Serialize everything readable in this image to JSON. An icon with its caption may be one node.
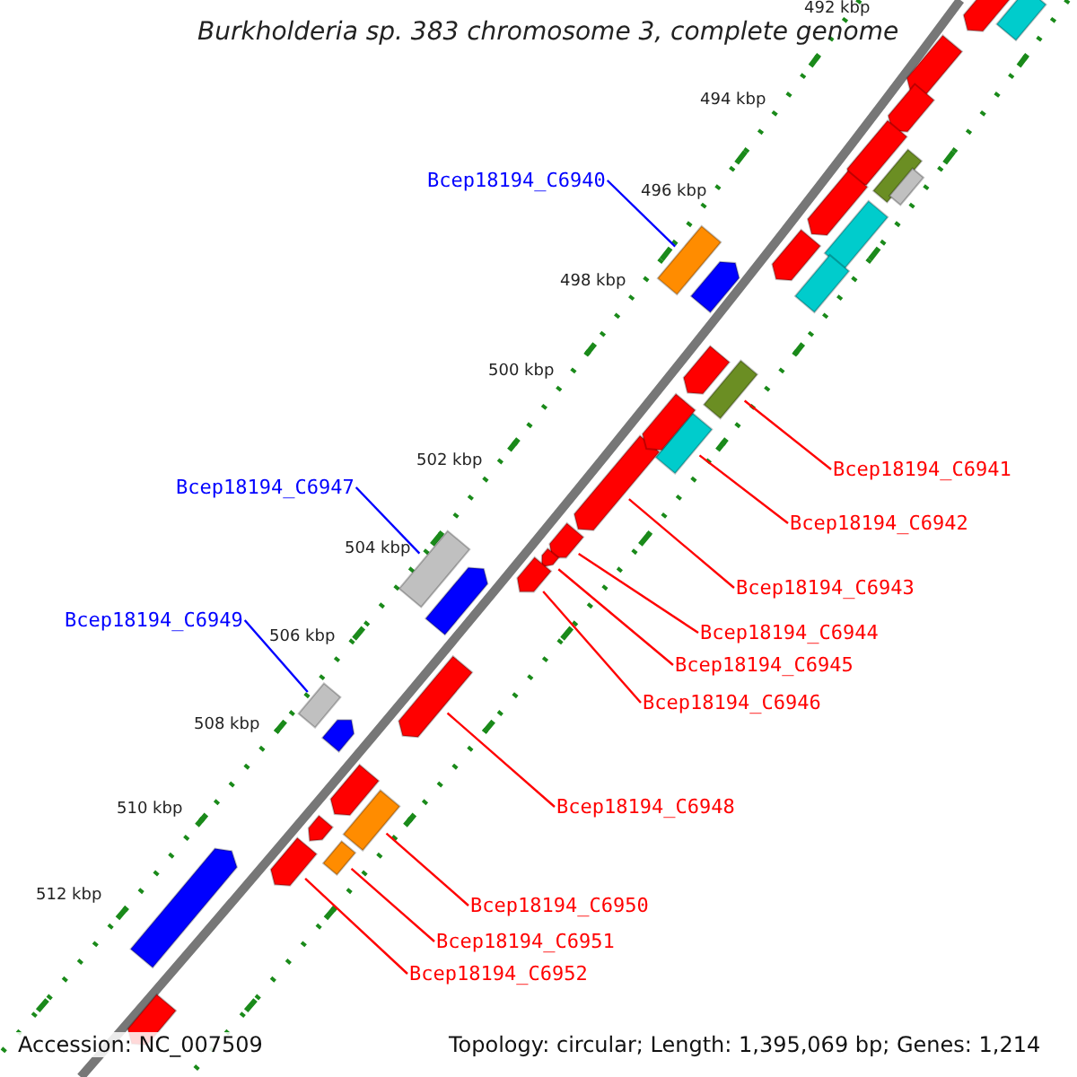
{
  "diagram": {
    "title": "Burkholderia sp. 383 chromosome 3, complete genome",
    "nodes": [
      {
        "text": [
          "Bcep18194_C6940"
        ]
      },
      {
        "text": [
          "Bcep18194_C6941"
        ]
      },
      {
        "text": [
          "Bcep18194_C6942"
        ]
      },
      {
        "text": [
          "Bcep18194_C6947"
        ]
      },
      {
        "text": [
          "Bcep18194_C6943"
        ]
      },
      {
        "text": [
          "Bcep18194_C6944"
        ]
      },
      {
        "text": [
          "Bcep18194_C6949"
        ]
      },
      {
        "text": [
          "Bcep18194_C6945"
        ]
      },
      {
        "text": [
          "Bcep18194_C6946"
        ]
      },
      {
        "text": [
          "Bcep18194_C6948"
        ]
      },
      {
        "text": [
          "Bcep18194_C6950"
        ]
      },
      {
        "text": [
          "Bcep18194_C6951"
        ]
      },
      {
        "text": [
          "Bcep18194_C6952"
        ]
      },
      {
        "text": [],
        "shape": "bar"
      },
      {
        "text": [],
        "shape": "bar"
      },
      {
        "text": [],
        "shape": "bar"
      },
      {
        "text": [],
        "shape": "bar"
      },
      {
        "text": [],
        "shape": "bar"
      },
      {
        "text": [],
        "shape": "bar"
      },
      {
        "text": [],
        "shape": "bar"
      },
      {
        "text": [],
        "shape": "bar"
      },
      {
        "text": [],
        "shape": "bar"
      },
      {
        "text": [],
        "shape": "bar"
      },
      {
        "text": [],
        "shape": "bar"
      },
      {
        "text": [],
        "shape": "bar"
      },
      {
        "text": [],
        "shape": "bar"
      },
      {
        "text": [],
        "shape": "bar"
      },
      {
        "text": [],
        "shape": "bar"
      },
      {
        "text": [],
        "shape": "bar"
      },
      {
        "text": [],
        "shape": "bar"
      },
      {
        "text": [],
        "shape": "bar"
      },
      {
        "text": [],
        "shape": "bar"
      },
      {
        "text": [],
        "shape": "bar"
      },
      {
        "text": [],
        "shape": "bar"
      },
      {
        "text": [],
        "shape": "bar"
      },
      {
        "text": [],
        "shape": "bar"
      },
      {
        "text": [],
        "shape": "bar"
      },
      {
        "text": [],
        "shape": "bar"
      },
      {
        "text": [],
        "shape": "bar"
      },
      {
        "text": [],
        "shape": "bar"
      },
      {
        "text": [],
        "shape": "bar"
      },
      {
        "text": [],
        "shape": "bar"
      },
      {
        "text": [],
        "shape": "bar"
      },
      {
        "text": [],
        "shape": "bar"
      },
      {
        "text": [],
        "shape": "bar"
      },
      {
        "text": [],
        "shape": "bar"
      }
    ],
    "edges": [
      {
        "from": 0,
        "to": 13,
        "arrow": "none",
        "color": "#0000ff"
      },
      {
        "from": 1,
        "to": 14,
        "arrow": "none"
      },
      {
        "from": 2,
        "to": 15,
        "arrow": "none"
      },
      {
        "from": 3,
        "to": 16,
        "arrow": "none",
        "color": "#0000ff"
      },
      {
        "from": 4,
        "to": 17,
        "arrow": "none"
      },
      {
        "from": 5,
        "to": 18,
        "arrow": "none"
      },
      {
        "from": 6,
        "to": 19,
        "arrow": "none",
        "color": "#0000ff"
      },
      {
        "from": 7,
        "to": 20,
        "arrow": "none"
      },
      {
        "from": 8,
        "to": 21,
        "arrow": "none"
      },
      {
        "from": 9,
        "to": 22,
        "arrow": "none"
      },
      {
        "from": 10,
        "to": 23,
        "arrow": "none"
      },
      {
        "from": 11,
        "to": 24,
        "arrow": "none"
      },
      {
        "from": 12,
        "to": 25,
        "arrow": "none"
      }
    ],
    "labels": [
      "492 kbp",
      "494 kbp",
      "496 kbp",
      "498 kbp",
      "500 kbp",
      "502 kbp",
      "504 kbp",
      "506 kbp",
      "508 kbp",
      "510 kbp",
      "512 kbp",
      "Accession: NC_007509",
      "Topology: circular; Length: 1,395,069 bp; Genes: 1,214"
    ]
  }
}
